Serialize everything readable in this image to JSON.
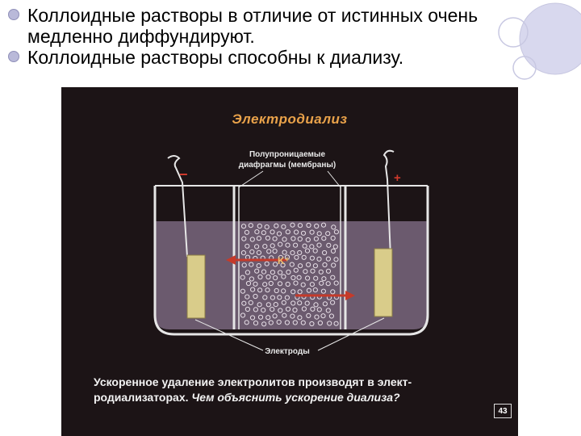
{
  "bullets": [
    {
      "text": "Коллоидные растворы в отличие от истинных очень медленно диффундируют."
    },
    {
      "text": "Коллоидные растворы способны к диализу."
    }
  ],
  "diagram": {
    "title": "Электродиализ",
    "membranes_label_line1": "Полупроницаемые",
    "membranes_label_line2": "диафрагмы (мембраны)",
    "electrodes_label": "Электроды",
    "minus_sign": "−",
    "plus_sign": "+",
    "ion_label": "K⁺",
    "caption_line1": "Ускоренное удаление электролитов производят в элект-",
    "caption_line2_a": "родиализаторах.",
    "caption_line2_b": "Чем объяснить ускорение диализа?",
    "page_number": "43",
    "colors": {
      "background": "#1c1416",
      "solution": "#6b5a6e",
      "title": "#e9a24a",
      "electrode": "#d9cc8a",
      "arrow": "#c53a2a",
      "bullet_accent": "#b9b9d9"
    }
  }
}
